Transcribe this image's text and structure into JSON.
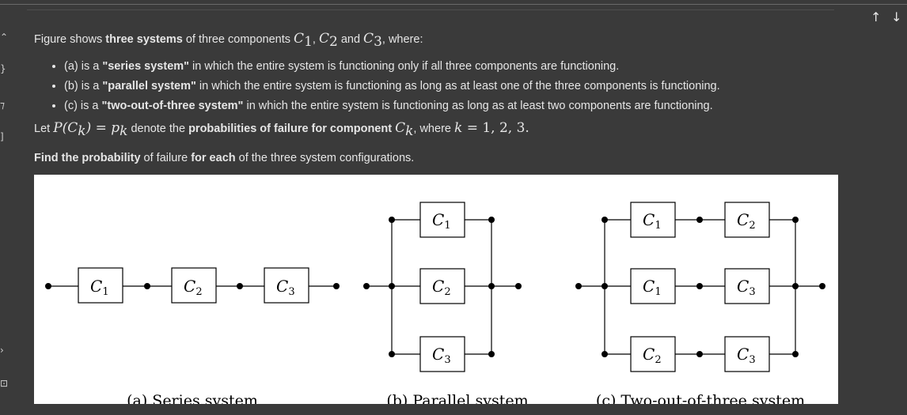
{
  "intro": {
    "lead": "Figure shows ",
    "bold1": "three systems",
    "mid": " of three components ",
    "comp1": "C",
    "comp2": "C",
    "comp3": "C",
    "and": " and ",
    "comma": ", ",
    "tail": ", where:",
    "sub1": "1",
    "sub2": "2",
    "sub3": "3"
  },
  "bullets": [
    {
      "pre": "(a) is a ",
      "bold": "\"series system\"",
      "post": " in which the entire system is functioning only if all three components are functioning."
    },
    {
      "pre": "(b) is a ",
      "bold": "\"parallel system\"",
      "post": " in which the entire system is functioning as long as at least one of the three components is functioning."
    },
    {
      "pre": "(c) is a ",
      "bold": "\"two-out-of-three system\"",
      "post": " in which the entire system is functioning as long as at least two components are functioning."
    }
  ],
  "let_line": {
    "pre": "Let ",
    "math": "P(C",
    "sub_k": "k",
    "math2": ") = p",
    "sub_k2": "k",
    "mid": " denote the ",
    "bold": "probabilities of failure for component ",
    "comp": "C",
    "sub_k3": "k",
    "post": ", where ",
    "kvar": "k",
    "kval": " = 1, 2, 3."
  },
  "find_line": {
    "bold1": "Find the probability",
    "mid": " of failure ",
    "bold2": "for each",
    "post": " of the three system configurations."
  },
  "figure": {
    "series_label": "(a) Series system",
    "parallel_label": "(b) Parallel system",
    "twoofthree_label": "(c) Two-out-of-three system",
    "c": "C",
    "s1": "1",
    "s2": "2",
    "s3": "3"
  },
  "nav": {
    "up": "↑",
    "down": "↓"
  }
}
